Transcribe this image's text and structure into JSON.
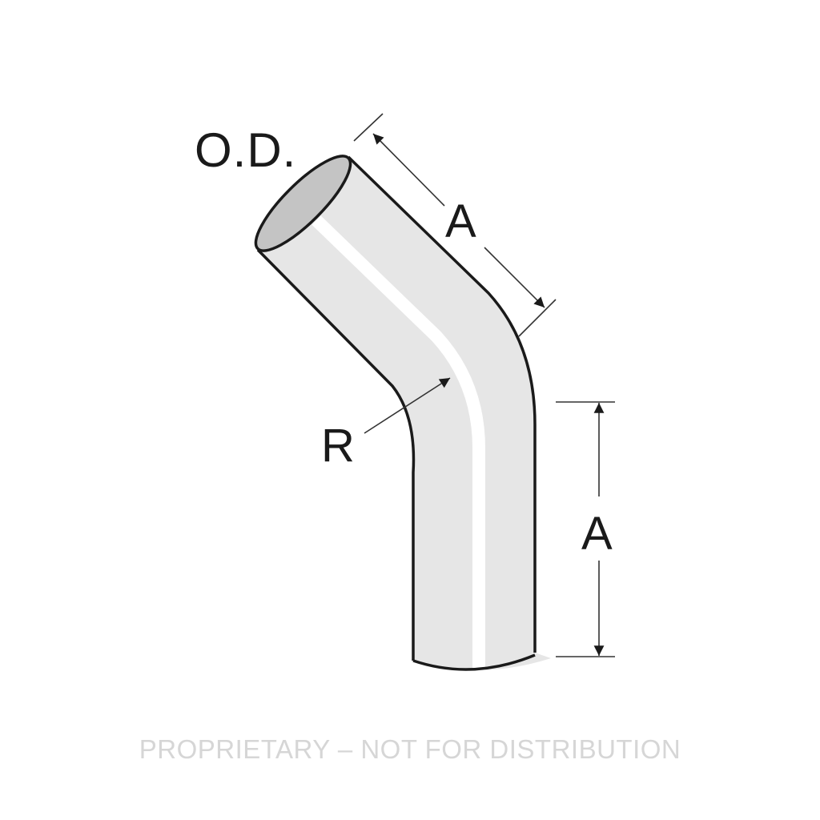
{
  "diagram": {
    "title": "Tube bend dimension diagram",
    "labels": {
      "outer_diameter": "O.D.",
      "leg_length_upper": "A",
      "bend_radius": "R",
      "leg_length_lower": "A"
    },
    "watermark": "PROPRIETARY – NOT FOR DISTRIBUTION",
    "colors": {
      "tube_fill": "#e6e6e6",
      "tube_opening": "#c4c4c4",
      "highlight": "#ffffff",
      "outline": "#1a1a1a",
      "dimension_line": "#333333",
      "watermark": "#d6d6d6",
      "background": "#ffffff"
    }
  }
}
